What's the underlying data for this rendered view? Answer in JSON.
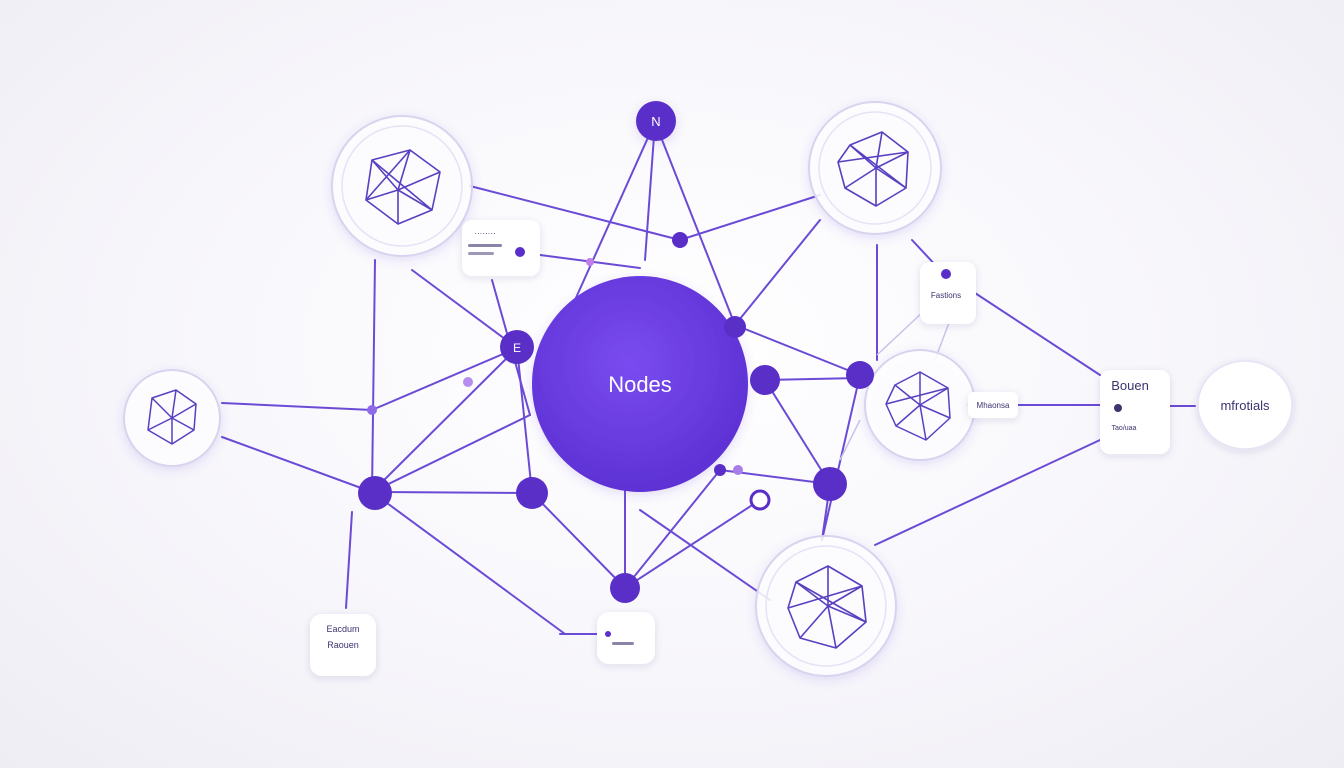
{
  "colors": {
    "hub": "#6a3ddc",
    "hub_edge": "#5a2fd0",
    "line": "#6b4bd6",
    "node": "#5a2fc8",
    "card_bg": "#ffffff",
    "card_text": "#3a3470",
    "background": "#f6f5fa"
  },
  "diagram": {
    "hub_label": "Nodes",
    "top_node_label": "N",
    "small_node_label": "E",
    "right_card_label": "Bouen",
    "far_right_label": "mfrotials",
    "card_captions": {
      "top_left": "········",
      "right_upper": "Fastions",
      "mid_right": "Mhaonsa",
      "bottom_left_1": "Eacdum",
      "bottom_left_2": "Raouen",
      "right_card_sub": "Tao/uaa"
    }
  }
}
